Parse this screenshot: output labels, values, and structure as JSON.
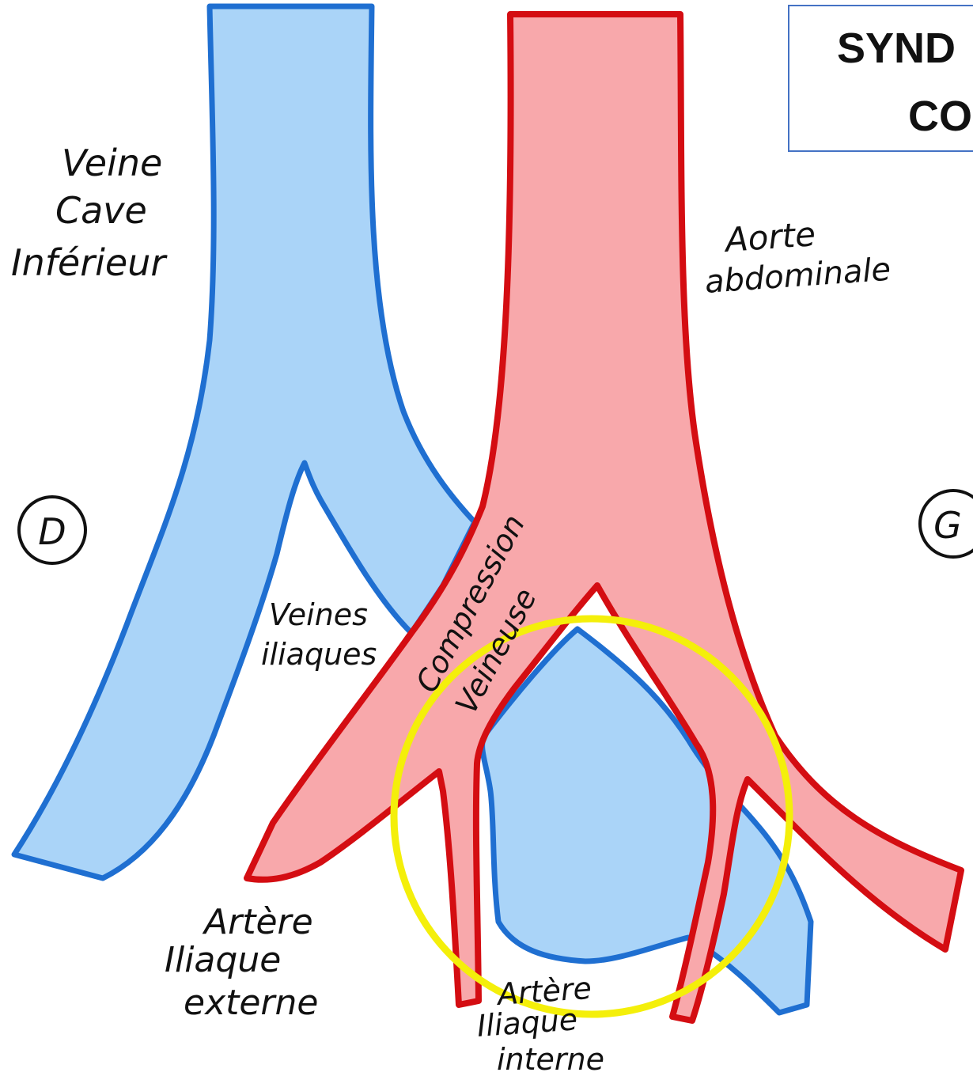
{
  "title": {
    "line1": "SYND",
    "line2": "CO"
  },
  "labels": {
    "ivc": [
      "Veine",
      "Cave",
      "Inférieur"
    ],
    "aorta": [
      "Aorte",
      "abdominale"
    ],
    "iliac_veins": [
      "Veines",
      "iliaques"
    ],
    "compression": [
      "Compression",
      "Veineuse"
    ],
    "ext_iliac_artery": [
      "Artère",
      "Iliaque",
      "externe"
    ],
    "int_iliac_artery": [
      "Artère",
      "Iliaque",
      "interne"
    ],
    "right_marker": "D",
    "left_marker": "G"
  },
  "colors": {
    "vein_fill": "#aad4f8",
    "vein_stroke": "#1f6fd1",
    "artery_fill": "#f8a8ab",
    "artery_stroke": "#d40d12",
    "highlight": "#f4ef0a",
    "title_border": "#4472c4"
  }
}
